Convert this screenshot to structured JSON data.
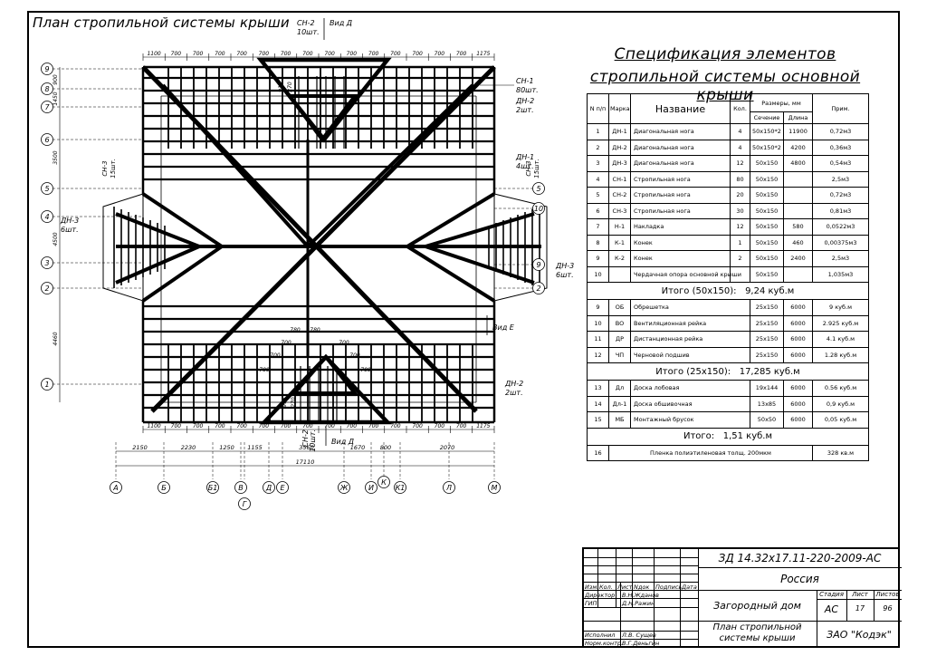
{
  "plan": {
    "title": "План стропильной системы крыши",
    "top_dims": [
      "1100",
      "700",
      "700",
      "700",
      "700",
      "700",
      "700",
      "700",
      "700",
      "700",
      "700",
      "700",
      "700",
      "700",
      "700",
      "1175"
    ],
    "bottom_dims": [
      "1100",
      "700",
      "700",
      "700",
      "700",
      "700",
      "700",
      "700",
      "700",
      "700",
      "700",
      "700",
      "700",
      "700",
      "700",
      "1175"
    ],
    "span_dims": [
      "2150",
      "2230",
      "1250",
      "1155",
      "3560",
      "1670",
      "800",
      "2070"
    ],
    "total_dim": "17110",
    "axis_letters": [
      "А",
      "Б",
      "Б1",
      "В",
      "Г",
      "Д",
      "Е",
      "Ж",
      "И",
      "К",
      "К1",
      "Л",
      "М"
    ],
    "left_axes": [
      "9",
      "8",
      "7",
      "6",
      "5",
      "4",
      "3",
      "2",
      "1"
    ],
    "right_axes": [
      "5",
      "10",
      "9",
      "2"
    ],
    "left_dims": [
      "900",
      "1450",
      "3500",
      "4500",
      "4460"
    ],
    "center_dims": [
      "780",
      "780",
      "700",
      "700",
      "700",
      "700",
      "700",
      "700",
      "915",
      "270",
      "915",
      "270"
    ],
    "callouts": {
      "sn2_top": "СН-2",
      "sn2_top_q": "10шт.",
      "view_d": "Вид Д",
      "sn1": "СН-1",
      "sn1_q": "80шт.",
      "dn2_a": "ДН-2",
      "dn2_a_q": "2шт.",
      "dn1": "ДН-1",
      "dn1_q": "4шт.",
      "sn3_left": "СН-3",
      "sn3_left_q": "15шт.",
      "sn3_right": "СН-3",
      "sn3_right_q": "15шт.",
      "dn3_left": "ДН-3",
      "dn3_left_q": "6шт.",
      "dn3_right": "ДН-3",
      "dn3_right_q": "6шт.",
      "view_e": "Вид Е",
      "dn2_b": "ДН-2",
      "dn2_b_q": "2шт.",
      "sn2_bot": "СН-2",
      "sn2_bot_q": "10шт."
    }
  },
  "spec": {
    "title_1": "Спецификация элементов",
    "title_2": "стропильной системы основной крыши",
    "headers": {
      "num": "N п/п",
      "mark": "Марка",
      "name": "Название",
      "qty": "Кол.",
      "size": "Размеры, мм",
      "section": "Сечение",
      "length": "Длина",
      "note": "Прим."
    },
    "group1": [
      {
        "n": "1",
        "mark": "ДН-1",
        "name": "Диагональная нога",
        "qty": "4",
        "section": "50х150*2",
        "length": "11900",
        "note": "0,72м3"
      },
      {
        "n": "2",
        "mark": "ДН-2",
        "name": "Диагональная нога",
        "qty": "4",
        "section": "50х150*2",
        "length": "4200",
        "note": "0,36м3"
      },
      {
        "n": "3",
        "mark": "ДН-3",
        "name": "Диагональная нога",
        "qty": "12",
        "section": "50х150",
        "length": "4800",
        "note": "0,54м3"
      },
      {
        "n": "4",
        "mark": "СН-1",
        "name": "Стропильная нога",
        "qty": "80",
        "section": "50х150",
        "length": "",
        "note": "2,5м3"
      },
      {
        "n": "5",
        "mark": "СН-2",
        "name": "Стропильная нога",
        "qty": "20",
        "section": "50х150",
        "length": "",
        "note": "0,72м3"
      },
      {
        "n": "6",
        "mark": "СН-3",
        "name": "Стропильная нога",
        "qty": "30",
        "section": "50х150",
        "length": "",
        "note": "0,81м3"
      },
      {
        "n": "7",
        "mark": "Н-1",
        "name": "Накладка",
        "qty": "12",
        "section": "50х150",
        "length": "580",
        "note": "0,0522м3"
      },
      {
        "n": "8",
        "mark": "К-1",
        "name": "Конек",
        "qty": "1",
        "section": "50х150",
        "length": "460",
        "note": "0,00375м3"
      },
      {
        "n": "9",
        "mark": "К-2",
        "name": "Конек",
        "qty": "2",
        "section": "50х150",
        "length": "2400",
        "note": "2,5м3"
      },
      {
        "n": "10",
        "mark": "",
        "name": "Чердачная опора основной крыши",
        "qty": "",
        "section": "50х150",
        "length": "",
        "note": "1,035м3"
      }
    ],
    "total1_label": "Итого (50х150):",
    "total1_value": "9,24 куб.м",
    "group2": [
      {
        "n": "9",
        "mark": "ОБ",
        "name": "Обрешетка",
        "section": "25х150",
        "length": "6000",
        "note": "9 куб.м"
      },
      {
        "n": "10",
        "mark": "ВО",
        "name": "Вентиляционная рейка",
        "section": "25х150",
        "length": "6000",
        "note": "2.925 куб.м"
      },
      {
        "n": "11",
        "mark": "ДР",
        "name": "Дистанционная рейка",
        "section": "25х150",
        "length": "6000",
        "note": "4.1 куб.м"
      },
      {
        "n": "12",
        "mark": "ЧП",
        "name": "Черновой подшив",
        "section": "25х150",
        "length": "6000",
        "note": "1.28 куб.м"
      }
    ],
    "total2_label": "Итого (25х150):",
    "total2_value": "17,285 куб.м",
    "group3": [
      {
        "n": "13",
        "mark": "Дл",
        "name": "Доска лобовая",
        "section": "19х144",
        "length": "6000",
        "note": "0.56 куб.м"
      },
      {
        "n": "14",
        "mark": "Дл-1",
        "name": "Доска обшивочная",
        "section": "13х85",
        "length": "6000",
        "note": "0,9 куб.м"
      },
      {
        "n": "15",
        "mark": "МБ",
        "name": "Монтажный брусок",
        "section": "50х50",
        "length": "6000",
        "note": "0,05 куб.м"
      }
    ],
    "total3_label": "Итого:",
    "total3_value": "1,51 куб.м",
    "film": {
      "n": "16",
      "name": "Пленка полиэтиленовая толщ. 200мкм",
      "note": "328 кв.м"
    }
  },
  "stamp": {
    "code": "ЗД 14.32х17.11-220-2009-АС",
    "country": "Россия",
    "object": "Загородный дом",
    "sheet_title_1": "План стропильной",
    "sheet_title_2": "системы крыши",
    "company": "ЗАО \"Кодэк\"",
    "stage_label": "Стадия",
    "sheet_label": "Лист",
    "sheets_label": "Листов",
    "stage": "АС",
    "sheet": "17",
    "sheets": "96",
    "cols": [
      "Изм.",
      "Кол.",
      "Лист",
      "Nдок",
      "Подпись",
      "Дата"
    ],
    "roles": [
      "Директор",
      "ГИП",
      "Исполнил",
      "Норм.контр."
    ],
    "names": [
      "В.Н.Жданов",
      "Д.Н.Ражин",
      "Л.В. Сущев",
      "В.Г.Деньгин"
    ]
  }
}
